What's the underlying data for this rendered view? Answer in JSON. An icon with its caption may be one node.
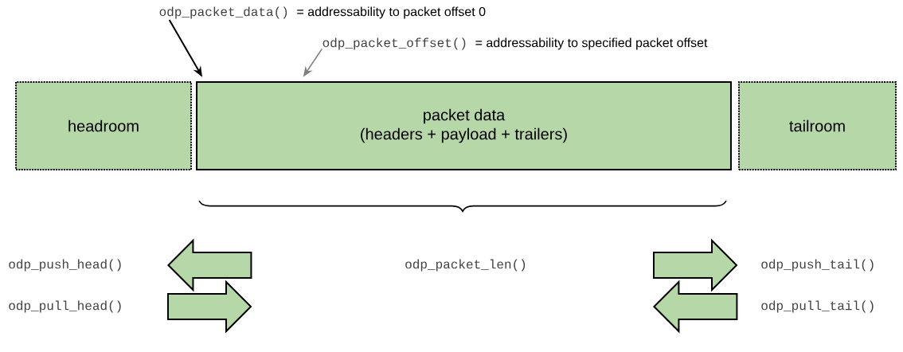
{
  "diagram": {
    "nodes": [
      {
        "text": [
          "headroom"
        ]
      },
      {
        "text": [
          "packet data",
          "(headers + payload + trailers)"
        ]
      },
      {
        "text": [
          "tailroom"
        ]
      },
      {
        "text": [
          "odp_packet_data()",
          "= addressability to packet offset 0"
        ]
      },
      {
        "text": [
          "odp_packet_offset()",
          "= addressability to specified packet offset"
        ]
      },
      {
        "text": [],
        "shape": "arrow",
        "beside": [
          "odp_push_head()"
        ]
      },
      {
        "text": [],
        "shape": "arrow",
        "beside": [
          "odp_pull_head()"
        ]
      },
      {
        "text": [],
        "shape": "arrow",
        "beside": [
          "odp_push_tail()"
        ]
      },
      {
        "text": [],
        "shape": "arrow",
        "beside": [
          "odp_pull_tail()"
        ]
      }
    ],
    "edges": [
      {
        "from": 3,
        "to": 1,
        "arrow": "to"
      },
      {
        "from": 4,
        "to": 1,
        "arrow": "to",
        "color": "#808080"
      }
    ],
    "labels": [
      "odp_packet_len()"
    ]
  }
}
